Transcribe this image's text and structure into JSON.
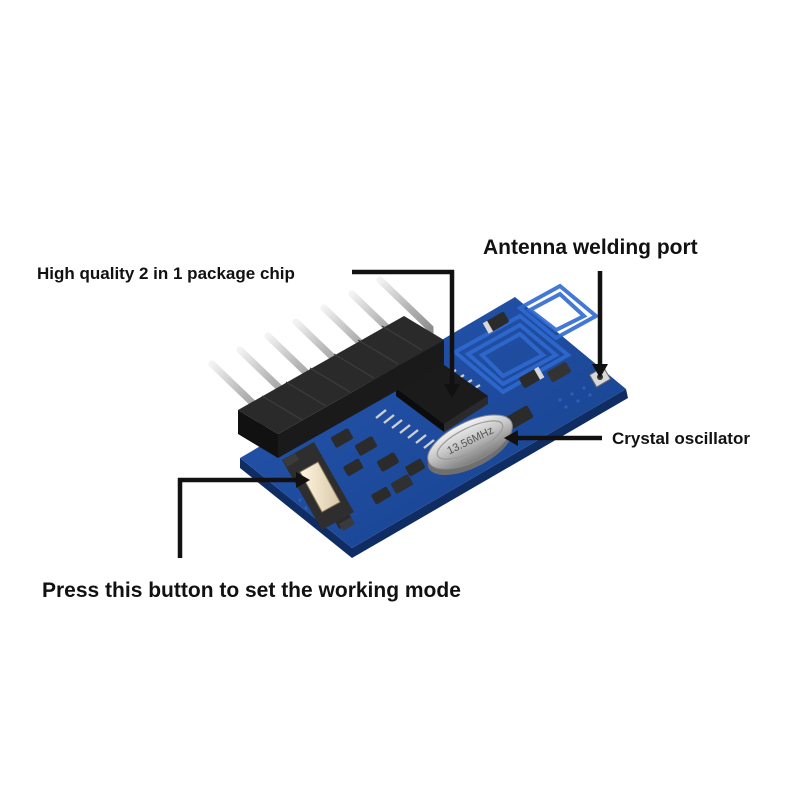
{
  "callouts": {
    "chip": "High quality 2 in 1 package chip",
    "antenna": "Antenna welding port",
    "crystal": "Crystal oscillator",
    "button": "Press this button to set the working mode"
  },
  "components": {
    "crystal_marking": "13.56MHz"
  },
  "colors": {
    "pcb": "#1f4ea3",
    "pcb_dark": "#163a80",
    "trace": "#2a63c2",
    "header_plastic": "#1a1a1a",
    "pins": "#bfbfbf",
    "crystal_can": "#c8c8c8",
    "leader_lines": "#111111"
  }
}
